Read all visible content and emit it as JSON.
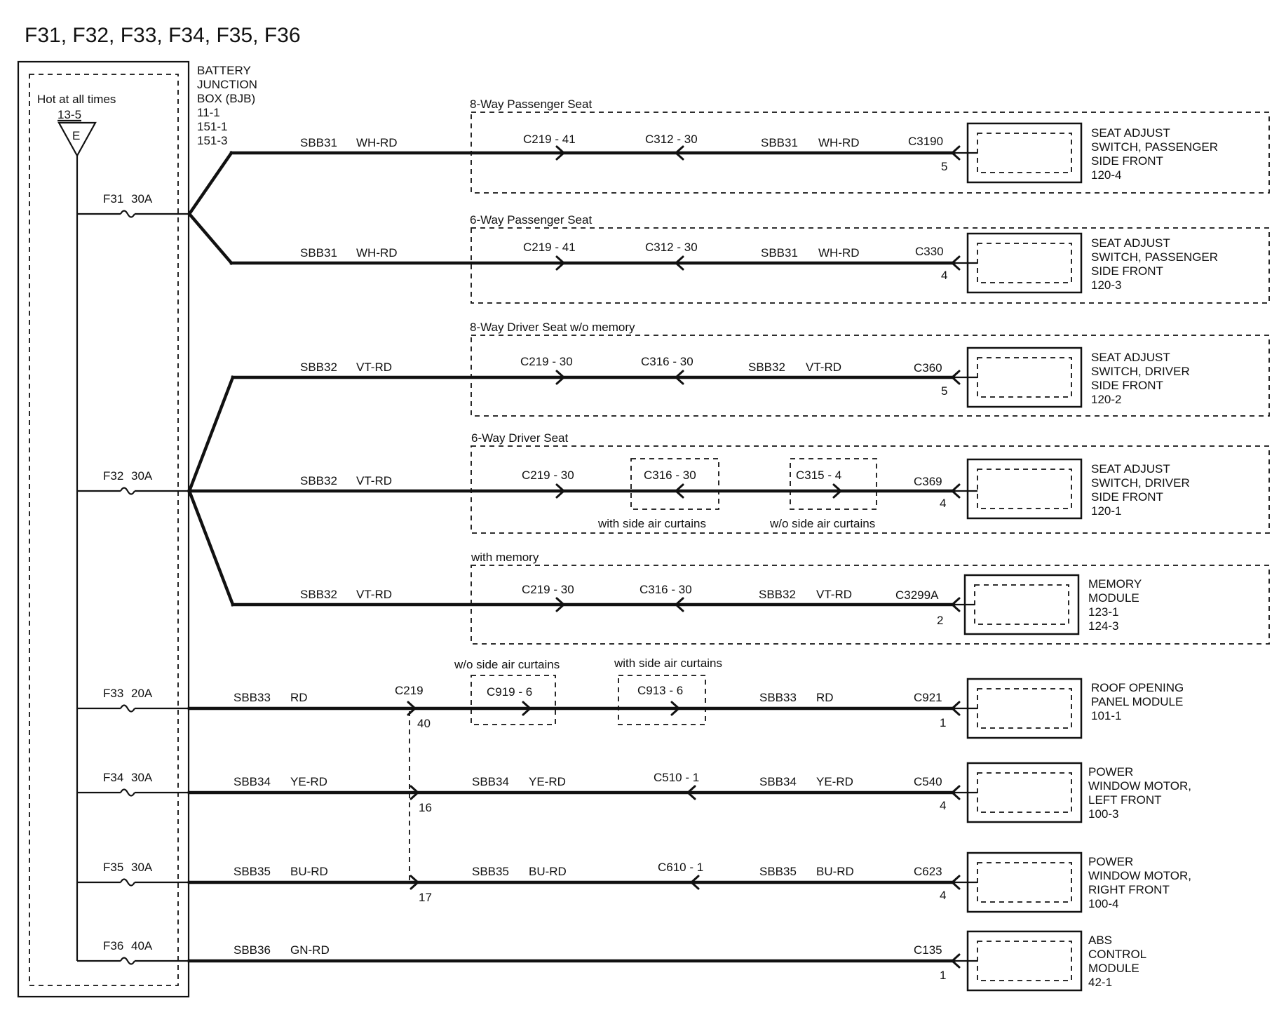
{
  "title": "F31, F32, F33, F34, F35, F36",
  "left_block": {
    "hot_label": "Hot at all times",
    "hot_ref": "13-5",
    "triangle_letter": "E",
    "bjb_label": [
      "BATTERY",
      "JUNCTION",
      "BOX (BJB)",
      "11-1",
      "151-1",
      "151-3"
    ]
  },
  "fuses": [
    {
      "id": "f31",
      "label": "F31",
      "rating": "30A"
    },
    {
      "id": "f32",
      "label": "F32",
      "rating": "30A"
    },
    {
      "id": "f33",
      "label": "F33",
      "rating": "20A"
    },
    {
      "id": "f34",
      "label": "F34",
      "rating": "30A"
    },
    {
      "id": "f35",
      "label": "F35",
      "rating": "30A"
    },
    {
      "id": "f36",
      "label": "F36",
      "rating": "40A"
    }
  ],
  "circuits": [
    {
      "option": "8-Way Passenger Seat",
      "wire1": {
        "circuit": "SBB31",
        "color": "WH-RD"
      },
      "c1": "C219 - 41",
      "c2": "C312 - 30",
      "wire2": {
        "circuit": "SBB31",
        "color": "WH-RD"
      },
      "end_connector": "C3190",
      "pin": "5",
      "component": [
        "SEAT ADJUST",
        "SWITCH, PASSENGER",
        "SIDE FRONT",
        "120-4"
      ]
    },
    {
      "option": "6-Way Passenger Seat",
      "wire1": {
        "circuit": "SBB31",
        "color": "WH-RD"
      },
      "c1": "C219 - 41",
      "c2": "C312 - 30",
      "wire2": {
        "circuit": "SBB31",
        "color": "WH-RD"
      },
      "end_connector": "C330",
      "pin": "4",
      "component": [
        "SEAT ADJUST",
        "SWITCH, PASSENGER",
        "SIDE FRONT",
        "120-3"
      ]
    },
    {
      "option": "8-Way Driver Seat w/o memory",
      "wire1": {
        "circuit": "SBB32",
        "color": "VT-RD"
      },
      "c1": "C219 - 30",
      "c2": "C316 - 30",
      "wire2": {
        "circuit": "SBB32",
        "color": "VT-RD"
      },
      "end_connector": "C360",
      "pin": "5",
      "component": [
        "SEAT ADJUST",
        "SWITCH, DRIVER",
        "SIDE FRONT",
        "120-2"
      ]
    },
    {
      "option": "6-Way Driver Seat",
      "wire1": {
        "circuit": "SBB32",
        "color": "VT-RD"
      },
      "c1": "C219 - 30",
      "c2": "C316 - 30",
      "c3": "C315 - 4",
      "note_c2": "with side air curtains",
      "note_c3": "w/o side air curtains",
      "end_connector": "C369",
      "pin": "4",
      "component": [
        "SEAT ADJUST",
        "SWITCH, DRIVER",
        "SIDE FRONT",
        "120-1"
      ]
    },
    {
      "option": "with memory",
      "wire1": {
        "circuit": "SBB32",
        "color": "VT-RD"
      },
      "c1": "C219 - 30",
      "c2": "C316 - 30",
      "wire2": {
        "circuit": "SBB32",
        "color": "VT-RD"
      },
      "end_connector": "C3299A",
      "pin": "2",
      "component": [
        "MEMORY",
        "MODULE",
        "123-1",
        "124-3"
      ]
    },
    {
      "wire1": {
        "circuit": "SBB33",
        "color": "RD"
      },
      "c219_label": "C219",
      "c219_pin": "40",
      "c1": "C919 - 6",
      "c2": "C913 - 6",
      "note_c1": "w/o side air curtains",
      "note_c2": "with side air curtains",
      "wire2": {
        "circuit": "SBB33",
        "color": "RD"
      },
      "end_connector": "C921",
      "pin": "1",
      "component": [
        "ROOF OPENING",
        "PANEL MODULE",
        "101-1"
      ]
    },
    {
      "wire1": {
        "circuit": "SBB34",
        "color": "YE-RD"
      },
      "c219_pin": "16",
      "wire_mid": {
        "circuit": "SBB34",
        "color": "YE-RD"
      },
      "c2": "C510 - 1",
      "wire2": {
        "circuit": "SBB34",
        "color": "YE-RD"
      },
      "end_connector": "C540",
      "pin": "4",
      "component": [
        "POWER",
        "WINDOW MOTOR,",
        "LEFT FRONT",
        "100-3"
      ]
    },
    {
      "wire1": {
        "circuit": "SBB35",
        "color": "BU-RD"
      },
      "c219_pin": "17",
      "wire_mid": {
        "circuit": "SBB35",
        "color": "BU-RD"
      },
      "c2": "C610 - 1",
      "wire2": {
        "circuit": "SBB35",
        "color": "BU-RD"
      },
      "end_connector": "C623",
      "pin": "4",
      "component": [
        "POWER",
        "WINDOW MOTOR,",
        "RIGHT FRONT",
        "100-4"
      ]
    },
    {
      "wire1": {
        "circuit": "SBB36",
        "color": "GN-RD"
      },
      "end_connector": "C135",
      "pin": "1",
      "component": [
        "ABS",
        "CONTROL",
        "MODULE",
        "42-1"
      ]
    }
  ]
}
